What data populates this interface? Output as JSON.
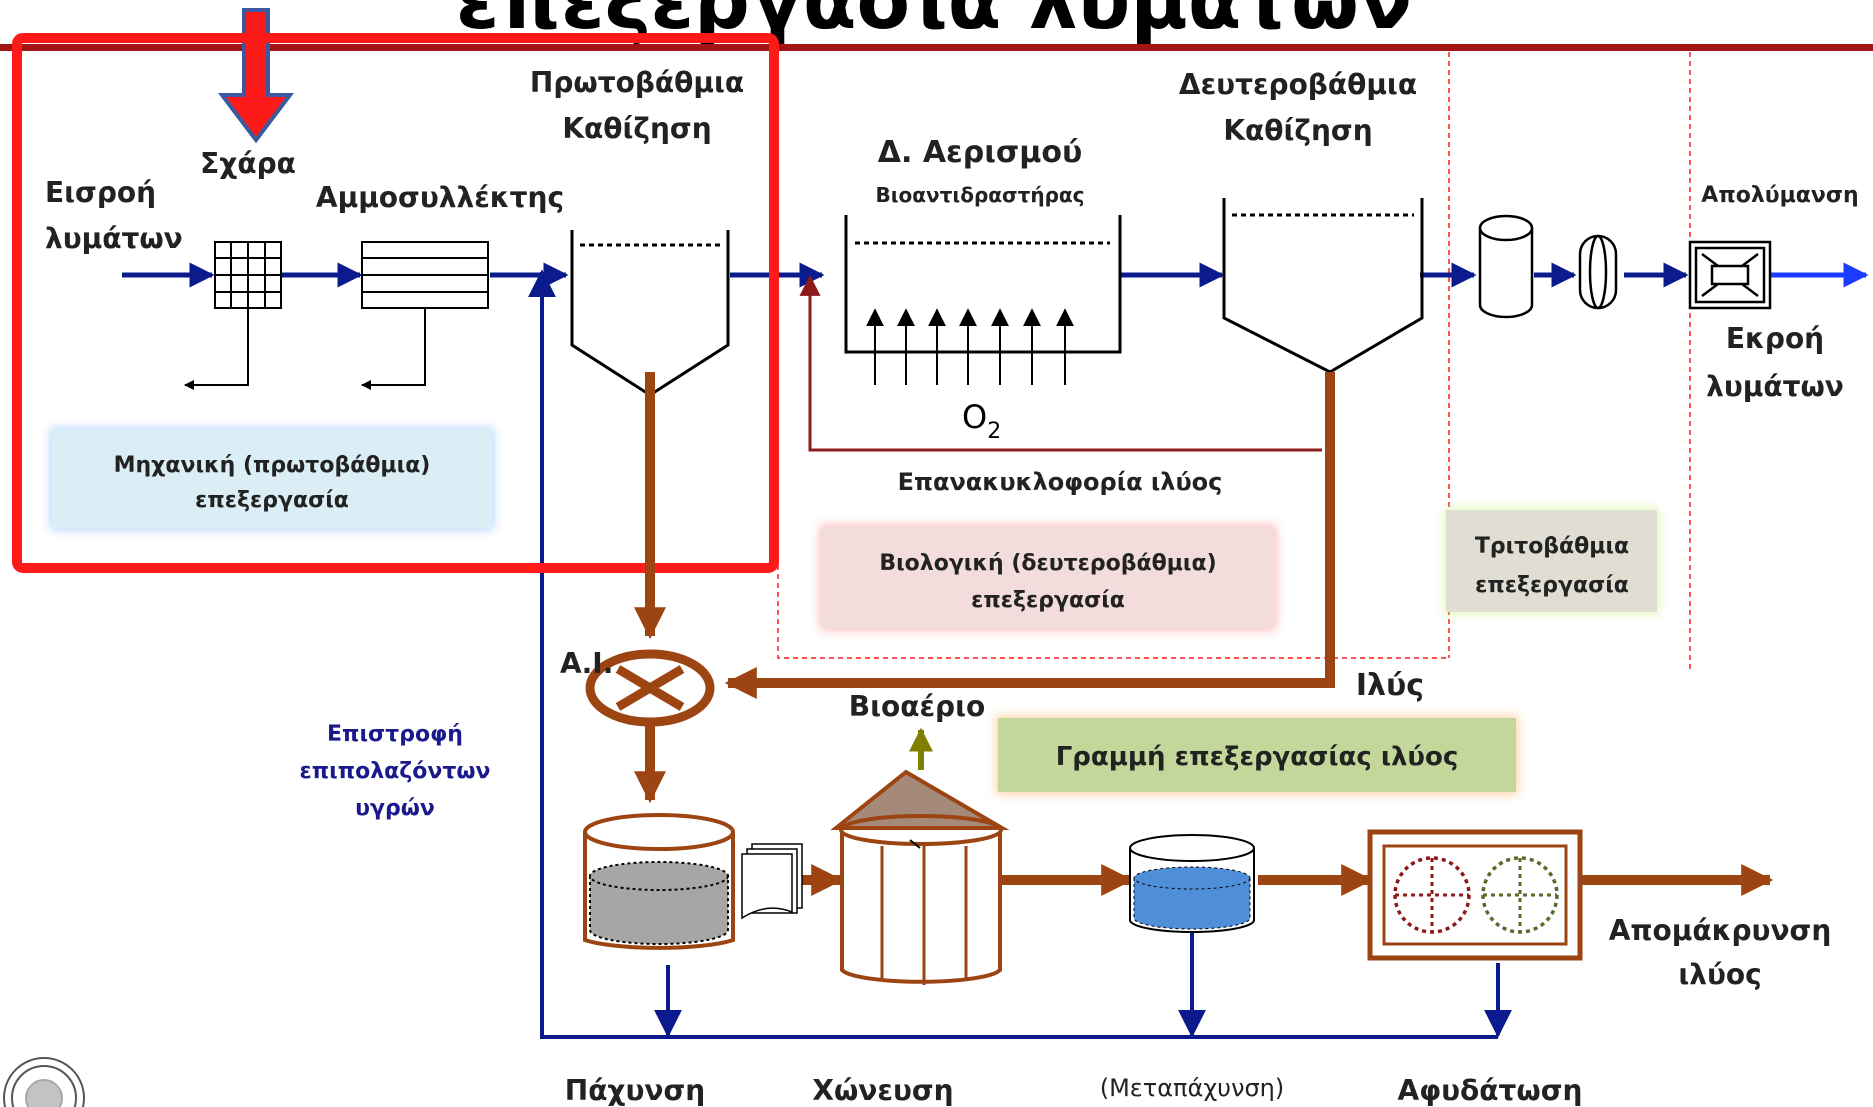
{
  "title": "επεξεργασία λυμάτων",
  "labels": {
    "inflow": [
      "Εισροή",
      "λυμάτων"
    ],
    "screen": "Σχάρα",
    "grit": "Αμμοσυλλέκτης",
    "primary": [
      "Πρωτοβάθμια",
      "Καθίζηση"
    ],
    "aeration_title": "Δ. Αερισμού",
    "aeration_sub": "Βιοαντιδραστήρας",
    "oxygen_main": "O",
    "oxygen_sub": "2",
    "secondary": [
      "Δευτεροβάθμια",
      "Καθίζηση"
    ],
    "disinfection": "Απολύμανση",
    "outflow": [
      "Εκροή",
      "λυμάτων"
    ],
    "recirculation": "Επανακυκλοφορία ιλύος",
    "sludge": "Ιλύς",
    "ai": "Α.Ι.",
    "biogas": "Βιοαέριο",
    "return_liquid": [
      "Επιστροφή",
      "επιπολαζόντων",
      "υγρών"
    ],
    "sludge_removal": [
      "Απομάκρυνση",
      "ιλύος"
    ],
    "thickening": "Πάχυνση",
    "digestion": "Χώνευση",
    "post_thickening": "(Μεταπάχυνση)",
    "dewatering": "Αφυδάτωση"
  },
  "boxes": {
    "mechanical": [
      "Μηχανική (πρωτοβάθμια)",
      "επεξεργασία"
    ],
    "biological": [
      "Βιολογική (δευτεροβάθμια)",
      "επεξεργασία"
    ],
    "tertiary": [
      "Τριτοβάθμια",
      "επεξεργασία"
    ],
    "sludge_line": "Γραμμή επεξεργασίας ιλύος"
  },
  "colors": {
    "flow_blue": "#0b1a8c",
    "outflow_blue": "#1a3cff",
    "sludge_brown": "#9c4513",
    "recirc_maroon": "#8b1a1a",
    "highlight_red": "#ff1a1a",
    "header_line": "#a31515",
    "mech_fill": "#dceef5",
    "mech_glow": "#7fb6ff",
    "bio_fill": "#f3dcdc",
    "bio_glow": "#ff8080",
    "tert_fill": "#e0ddd2",
    "tert_glow": "#c7f07a",
    "line_fill": "#c4d79b",
    "line_glow": "#ffb060",
    "return_text": "#1a1a8c",
    "gas_arrow": "#7f7f00",
    "thickener_fill": "#a6a6a6",
    "posttank_fill": "#4f8fd9"
  },
  "icons": [
    "down-arrow-icon",
    "screen-grid-icon",
    "grit-chamber-icon",
    "clarifier-icon",
    "aeration-tank-icon",
    "filter-cylinder-icon",
    "lens-filter-icon",
    "uv-unit-icon",
    "valve-icon",
    "thickener-tank-icon",
    "digester-icon",
    "post-thickener-icon",
    "dewatering-press-icon",
    "document-stack-icon",
    "university-seal-icon"
  ]
}
